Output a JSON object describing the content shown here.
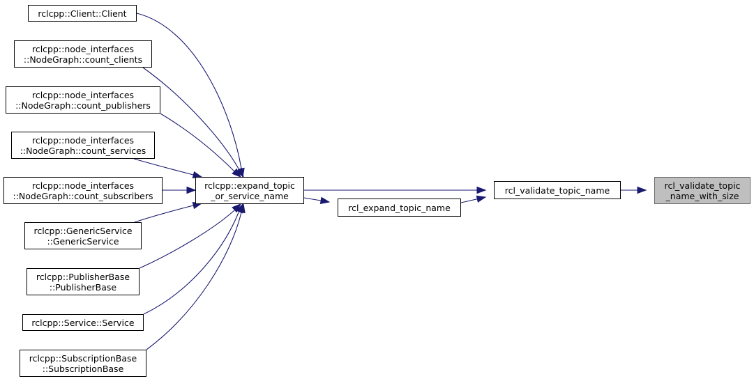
{
  "diagram": {
    "edge_color": "#191970",
    "highlight_fill": "#bfbfbf",
    "nodes": [
      {
        "id": "client",
        "lines": [
          "rclcpp::Client::Client"
        ]
      },
      {
        "id": "count_clients",
        "lines": [
          "rclcpp::node_interfaces",
          "::NodeGraph::count_clients"
        ]
      },
      {
        "id": "count_publishers",
        "lines": [
          "rclcpp::node_interfaces",
          "::NodeGraph::count_publishers"
        ]
      },
      {
        "id": "count_services",
        "lines": [
          "rclcpp::node_interfaces",
          "::NodeGraph::count_services"
        ]
      },
      {
        "id": "count_subscribers",
        "lines": [
          "rclcpp::node_interfaces",
          "::NodeGraph::count_subscribers"
        ]
      },
      {
        "id": "generic_service",
        "lines": [
          "rclcpp::GenericService",
          "::GenericService"
        ]
      },
      {
        "id": "publisher_base",
        "lines": [
          "rclcpp::PublisherBase",
          "::PublisherBase"
        ]
      },
      {
        "id": "service",
        "lines": [
          "rclcpp::Service::Service"
        ]
      },
      {
        "id": "subscription_base",
        "lines": [
          "rclcpp::SubscriptionBase",
          "::SubscriptionBase"
        ]
      },
      {
        "id": "expand_topic",
        "lines": [
          "rclcpp::expand_topic",
          "_or_service_name"
        ]
      },
      {
        "id": "rcl_expand",
        "lines": [
          "rcl_expand_topic_name"
        ]
      },
      {
        "id": "rcl_validate",
        "lines": [
          "rcl_validate_topic_name"
        ]
      },
      {
        "id": "rcl_validate_size",
        "lines": [
          "rcl_validate_topic",
          "_name_with_size"
        ],
        "highlighted": true
      }
    ],
    "edges": [
      {
        "from": "rcl_validate",
        "to": "rcl_validate_size"
      },
      {
        "from": "expand_topic",
        "to": "rcl_validate"
      },
      {
        "from": "rcl_expand",
        "to": "rcl_validate"
      },
      {
        "from": "expand_topic",
        "to": "rcl_expand"
      },
      {
        "from": "client",
        "to": "expand_topic"
      },
      {
        "from": "count_clients",
        "to": "expand_topic"
      },
      {
        "from": "count_publishers",
        "to": "expand_topic"
      },
      {
        "from": "count_services",
        "to": "expand_topic"
      },
      {
        "from": "count_subscribers",
        "to": "expand_topic"
      },
      {
        "from": "generic_service",
        "to": "expand_topic"
      },
      {
        "from": "publisher_base",
        "to": "expand_topic"
      },
      {
        "from": "service",
        "to": "expand_topic"
      },
      {
        "from": "subscription_base",
        "to": "expand_topic"
      }
    ]
  }
}
